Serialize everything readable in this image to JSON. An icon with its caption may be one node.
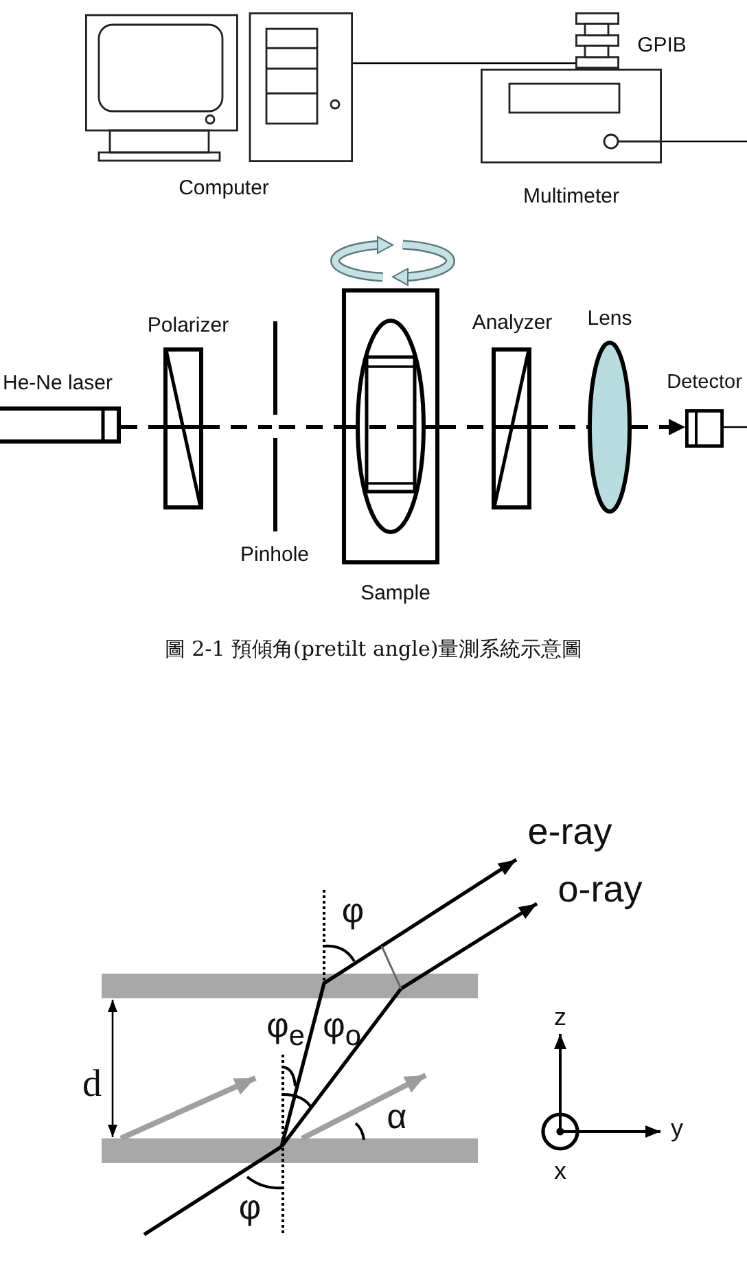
{
  "diagram": {
    "caption": "圖 2-1 預傾角(pretilt angle)量測系統示意圖",
    "nodes": [
      {
        "text": [
          "Computer"
        ]
      },
      {
        "text": [
          "GPIB"
        ]
      },
      {
        "text": [
          "Multimeter"
        ]
      },
      {
        "text": [
          "He-Ne laser"
        ]
      },
      {
        "text": [
          "Polarizer"
        ]
      },
      {
        "text": [
          "Pinhole"
        ]
      },
      {
        "text": [
          "Sample"
        ]
      },
      {
        "text": [
          "Analyzer"
        ]
      },
      {
        "text": [
          "Lens"
        ]
      },
      {
        "text": [
          "Detector"
        ]
      }
    ],
    "edges": [
      {
        "from": 0,
        "to": 1,
        "arrow": "none"
      },
      {
        "from": 2,
        "to": null,
        "arrow": "none"
      },
      {
        "from": 3,
        "to": 4,
        "arrow": "none",
        "style": "dashed"
      },
      {
        "from": 4,
        "to": 5,
        "arrow": "none",
        "style": "dashed"
      },
      {
        "from": 5,
        "to": 6,
        "arrow": "none",
        "style": "dashed"
      },
      {
        "from": 6,
        "to": 7,
        "arrow": "none",
        "style": "dashed"
      },
      {
        "from": 7,
        "to": 8,
        "arrow": "none",
        "style": "dashed"
      },
      {
        "from": 8,
        "to": 9,
        "arrow": "to",
        "style": "dashed"
      },
      {
        "from": 9,
        "to": null,
        "arrow": "none"
      }
    ],
    "labels": [
      "e-ray",
      "o-ray",
      "φ",
      "φ$_{e}$",
      "φ$_{o}$",
      "z",
      "d",
      "α",
      "y",
      "x",
      "φ"
    ]
  }
}
